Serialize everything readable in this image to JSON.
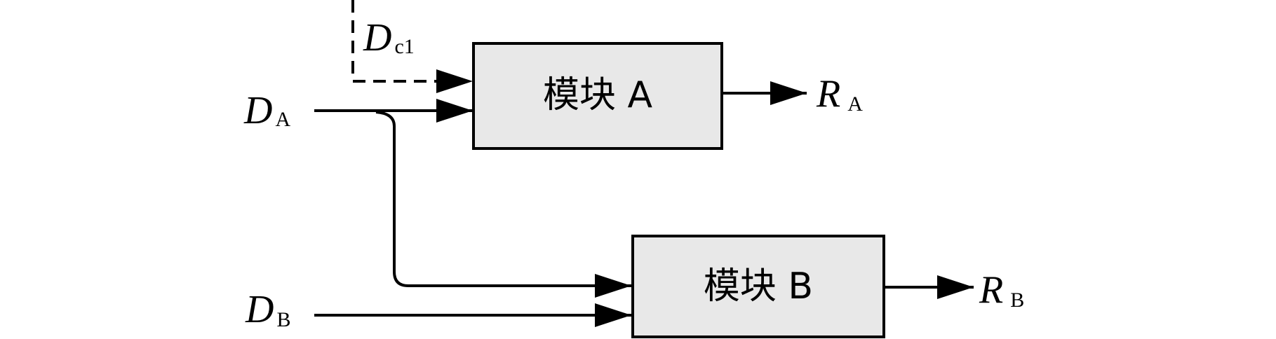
{
  "inputs": {
    "dc1": {
      "main": "D",
      "sub": "c1"
    },
    "da": {
      "main": "D",
      "sub": "A"
    },
    "db": {
      "main": "D",
      "sub": "B"
    }
  },
  "modules": {
    "a": {
      "label": "模块 A"
    },
    "b": {
      "label": "模块 B"
    }
  },
  "outputs": {
    "ra": {
      "main": "R",
      "sub": "A"
    },
    "rb": {
      "main": "R",
      "sub": "B"
    }
  },
  "colors": {
    "box_fill": "#e8e8e8",
    "line": "#000000"
  }
}
